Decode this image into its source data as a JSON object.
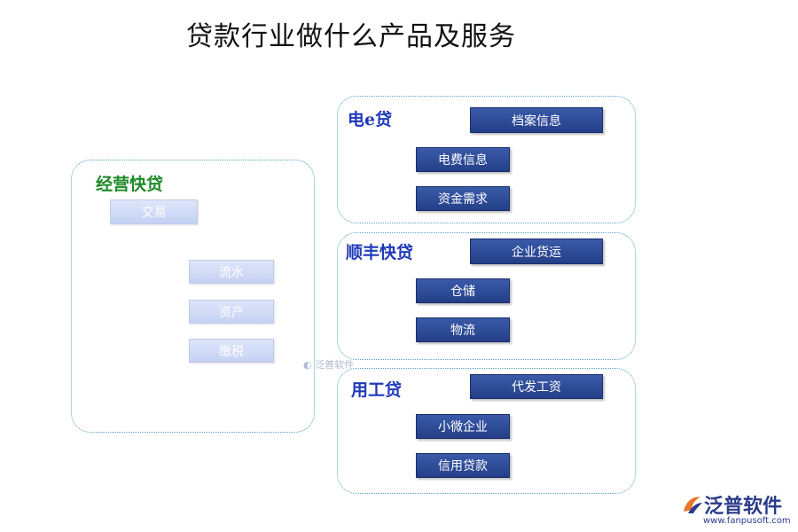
{
  "title": "贷款行业做什么产品及服务",
  "left_panel": {
    "title": "经营快贷",
    "root": "交易",
    "children": [
      "流水",
      "资产",
      "缴税"
    ]
  },
  "right_panels": [
    {
      "title": "电e贷",
      "root": "档案信息",
      "children": [
        "电费信息",
        "资金需求"
      ]
    },
    {
      "title": "顺丰快贷",
      "root": "企业货运",
      "children": [
        "仓储",
        "物流"
      ]
    },
    {
      "title": "用工贷",
      "root": "代发工资",
      "children": [
        "小微企业",
        "信用贷款"
      ]
    }
  ],
  "watermark": "泛普软件",
  "logo": {
    "name": "泛普软件",
    "url": "www.fanpusoft.com"
  },
  "colors": {
    "dark_box": "#2c4a96",
    "light_box": "#cdd7f5",
    "green_title": "#1f8a2a",
    "blue_title": "#1f3ab8",
    "panel_border": "#5aa4c4"
  }
}
